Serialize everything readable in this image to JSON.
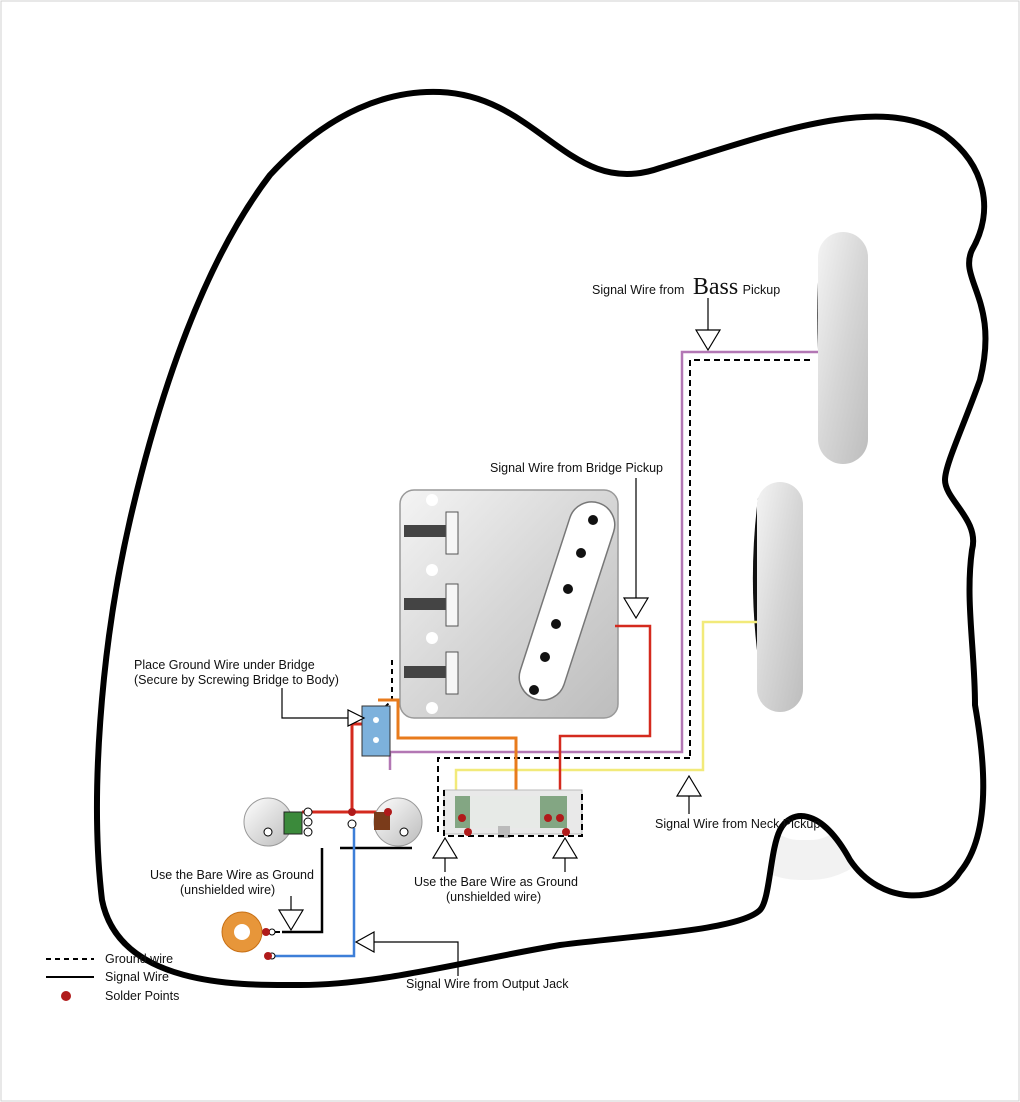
{
  "labels": {
    "bass_prefix": "Signal Wire from",
    "bass_word": "Bass",
    "bass_suffix": "Pickup",
    "bridge_pickup": "Signal Wire from Bridge Pickup",
    "neck_pickup": "Signal Wire from Neck Pickup",
    "ground_under_bridge_1": "Place Ground Wire under Bridge",
    "ground_under_bridge_2": "(Secure by Screwing Bridge to Body)",
    "bare_wire_left_1": "Use the Bare Wire as Ground",
    "bare_wire_left_2": "(unshielded wire)",
    "bare_wire_center_1": "Use the Bare Wire as Ground",
    "bare_wire_center_2": "(unshielded wire)",
    "output_jack": "Signal Wire from Output Jack"
  },
  "legend": {
    "ground": "Ground wire",
    "signal": "Signal Wire",
    "solder": "Solder Points"
  },
  "colors": {
    "outline": "#000000",
    "pink_wire": "#b377b4",
    "red_wire": "#d42a1e",
    "orange_wire": "#e87b1c",
    "yellow_wire": "#f2ea7a",
    "blue_wire": "#3d7fd8",
    "solder": "#b01a1a",
    "switch_green": "#3b8a3b"
  }
}
